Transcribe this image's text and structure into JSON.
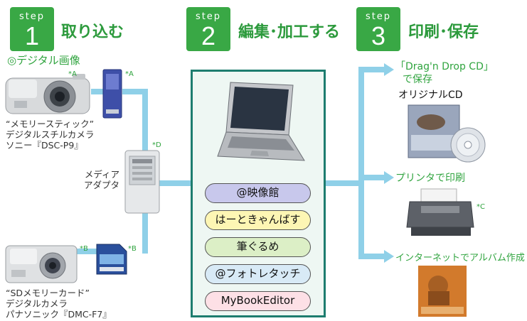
{
  "steps": [
    {
      "word": "step",
      "number": "1",
      "title": "取り込む"
    },
    {
      "word": "step",
      "number": "2",
      "title": "編集･加工する"
    },
    {
      "word": "step",
      "number": "3",
      "title": "印刷･保存"
    }
  ],
  "input": {
    "heading": "◎デジタル画像",
    "note_a": "*A",
    "note_b": "*B",
    "note_d": "*D",
    "camera1_caption": [
      "“メモリースティック”",
      "デジタルスチルカメラ",
      "ソニー『DSC-P9』"
    ],
    "adapter_caption": [
      "メディア",
      "アダプタ"
    ],
    "camera2_caption": [
      "“SDメモリーカード”",
      "デジタルカメラ",
      "パナソニック『DMC-F7』"
    ]
  },
  "apps": [
    {
      "label": "@映像館",
      "color": "#c8c8ec"
    },
    {
      "label": "はーときゃんばす",
      "color": "#fdf6b4"
    },
    {
      "label": "筆ぐるめ",
      "color": "#dcefc6"
    },
    {
      "label": "@フォトレタッチ",
      "color": "#d8eaf6"
    },
    {
      "label": "MyBookEditor",
      "color": "#fde0e6"
    }
  ],
  "outputs": {
    "cd_title": [
      "「Drag'n Drop CD」",
      "で保存"
    ],
    "cd_subtitle": "オリジナルCD",
    "printer_title": "プリンタで印刷",
    "printer_note": "*C",
    "album_title": "インターネットでアルバム作成"
  },
  "colors": {
    "green": "#39a845",
    "line": "#8fd0e8",
    "app_border": "#1d7d6f"
  }
}
